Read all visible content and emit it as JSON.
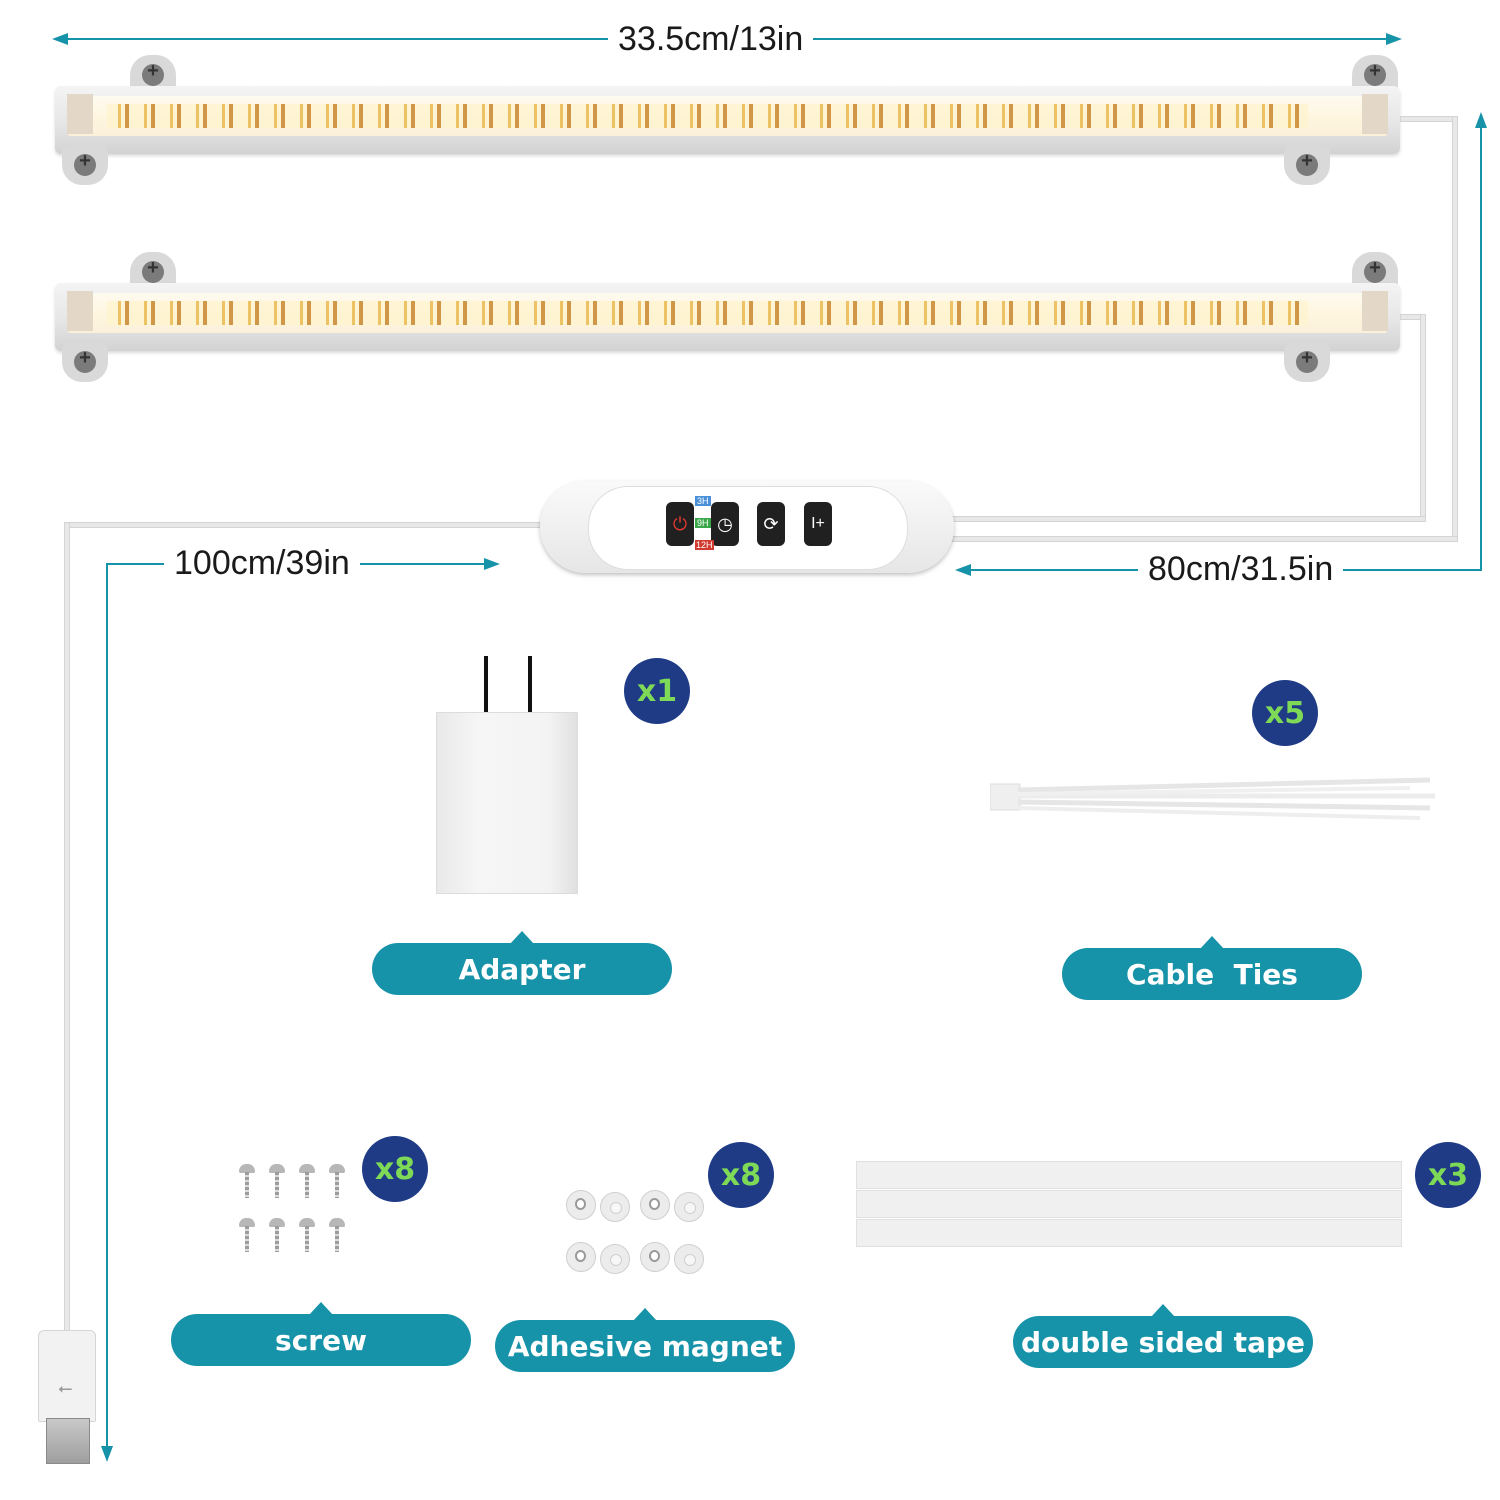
{
  "dimensions": {
    "bar_length": "33.5cm/13in",
    "usb_cable_length": "100cm/39in",
    "controller_cable_length": "80cm/31.5in"
  },
  "controller": {
    "timer_labels": [
      "3H",
      "9H",
      "12H"
    ],
    "buttons": [
      "power-icon",
      "timer-icon",
      "mode-cycle-icon",
      "brightness-icon"
    ]
  },
  "items": [
    {
      "label": "Adapter",
      "count": "x1"
    },
    {
      "label": "Cable  Ties",
      "count": "x5"
    },
    {
      "label": "screw",
      "count": "x8"
    },
    {
      "label": "Adhesive magnet",
      "count": "x8"
    },
    {
      "label": "double sided tape",
      "count": "x3"
    }
  ],
  "colors": {
    "accent": "#1793a9",
    "badge_bg": "#1f3b86",
    "badge_text": "#7ed957"
  }
}
